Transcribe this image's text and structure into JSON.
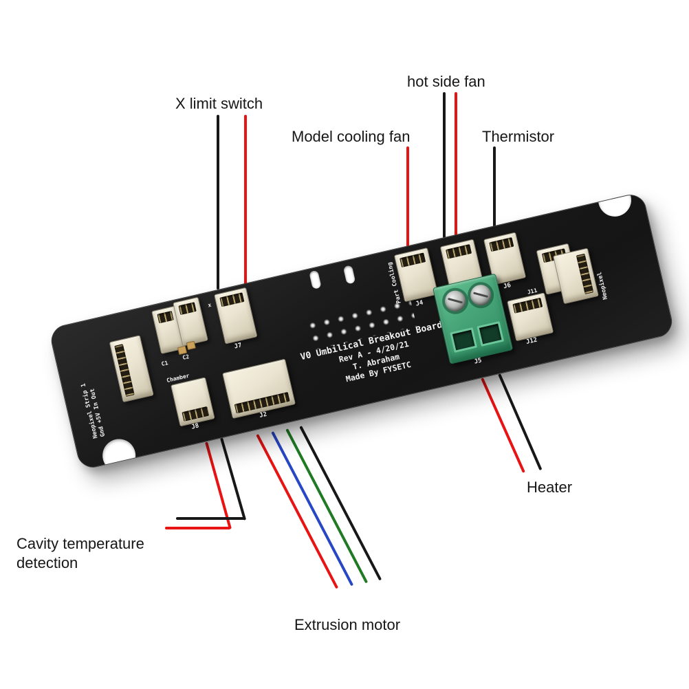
{
  "annotations": {
    "x_limit_switch": "X limit switch",
    "model_cooling_fan": "Model cooling fan",
    "hot_side_fan": "hot side fan",
    "thermistor": "Thermistor",
    "heater": "Heater",
    "cavity_temperature_line1": "Cavity temperature",
    "cavity_temperature_line2": "detection",
    "extrusion_motor": "Extrusion motor"
  },
  "board": {
    "silkscreen": {
      "title": "V0 Umbilical Breakout Board",
      "revision": "Rev A - 4/20/21",
      "author": "T. Abraham",
      "maker": "Made By FYSETC",
      "neopixel_header_line1": "Neopixel Strip 1",
      "neopixel_header_line2": "Gnd +5V In Out",
      "part_cooling": "Part Cooling",
      "chamber": "Chamber",
      "x_axis": "x",
      "neopixel_out": "Neopixel"
    },
    "connectors": {
      "j2": "J2",
      "j4": "J4",
      "j5": "J5",
      "j6": "J6",
      "j7": "J7",
      "j8": "J8",
      "j11": "J11",
      "j12": "J12",
      "c1": "C1",
      "c2": "C2"
    }
  },
  "colors": {
    "wire_red": "#e81313",
    "wire_black": "#181818",
    "wire_blue": "#2847c4",
    "wire_green": "#1f7a23",
    "board_dark": "#1d1d1d",
    "connector_body": "#ece6d4",
    "terminal_green": "#46a578"
  }
}
